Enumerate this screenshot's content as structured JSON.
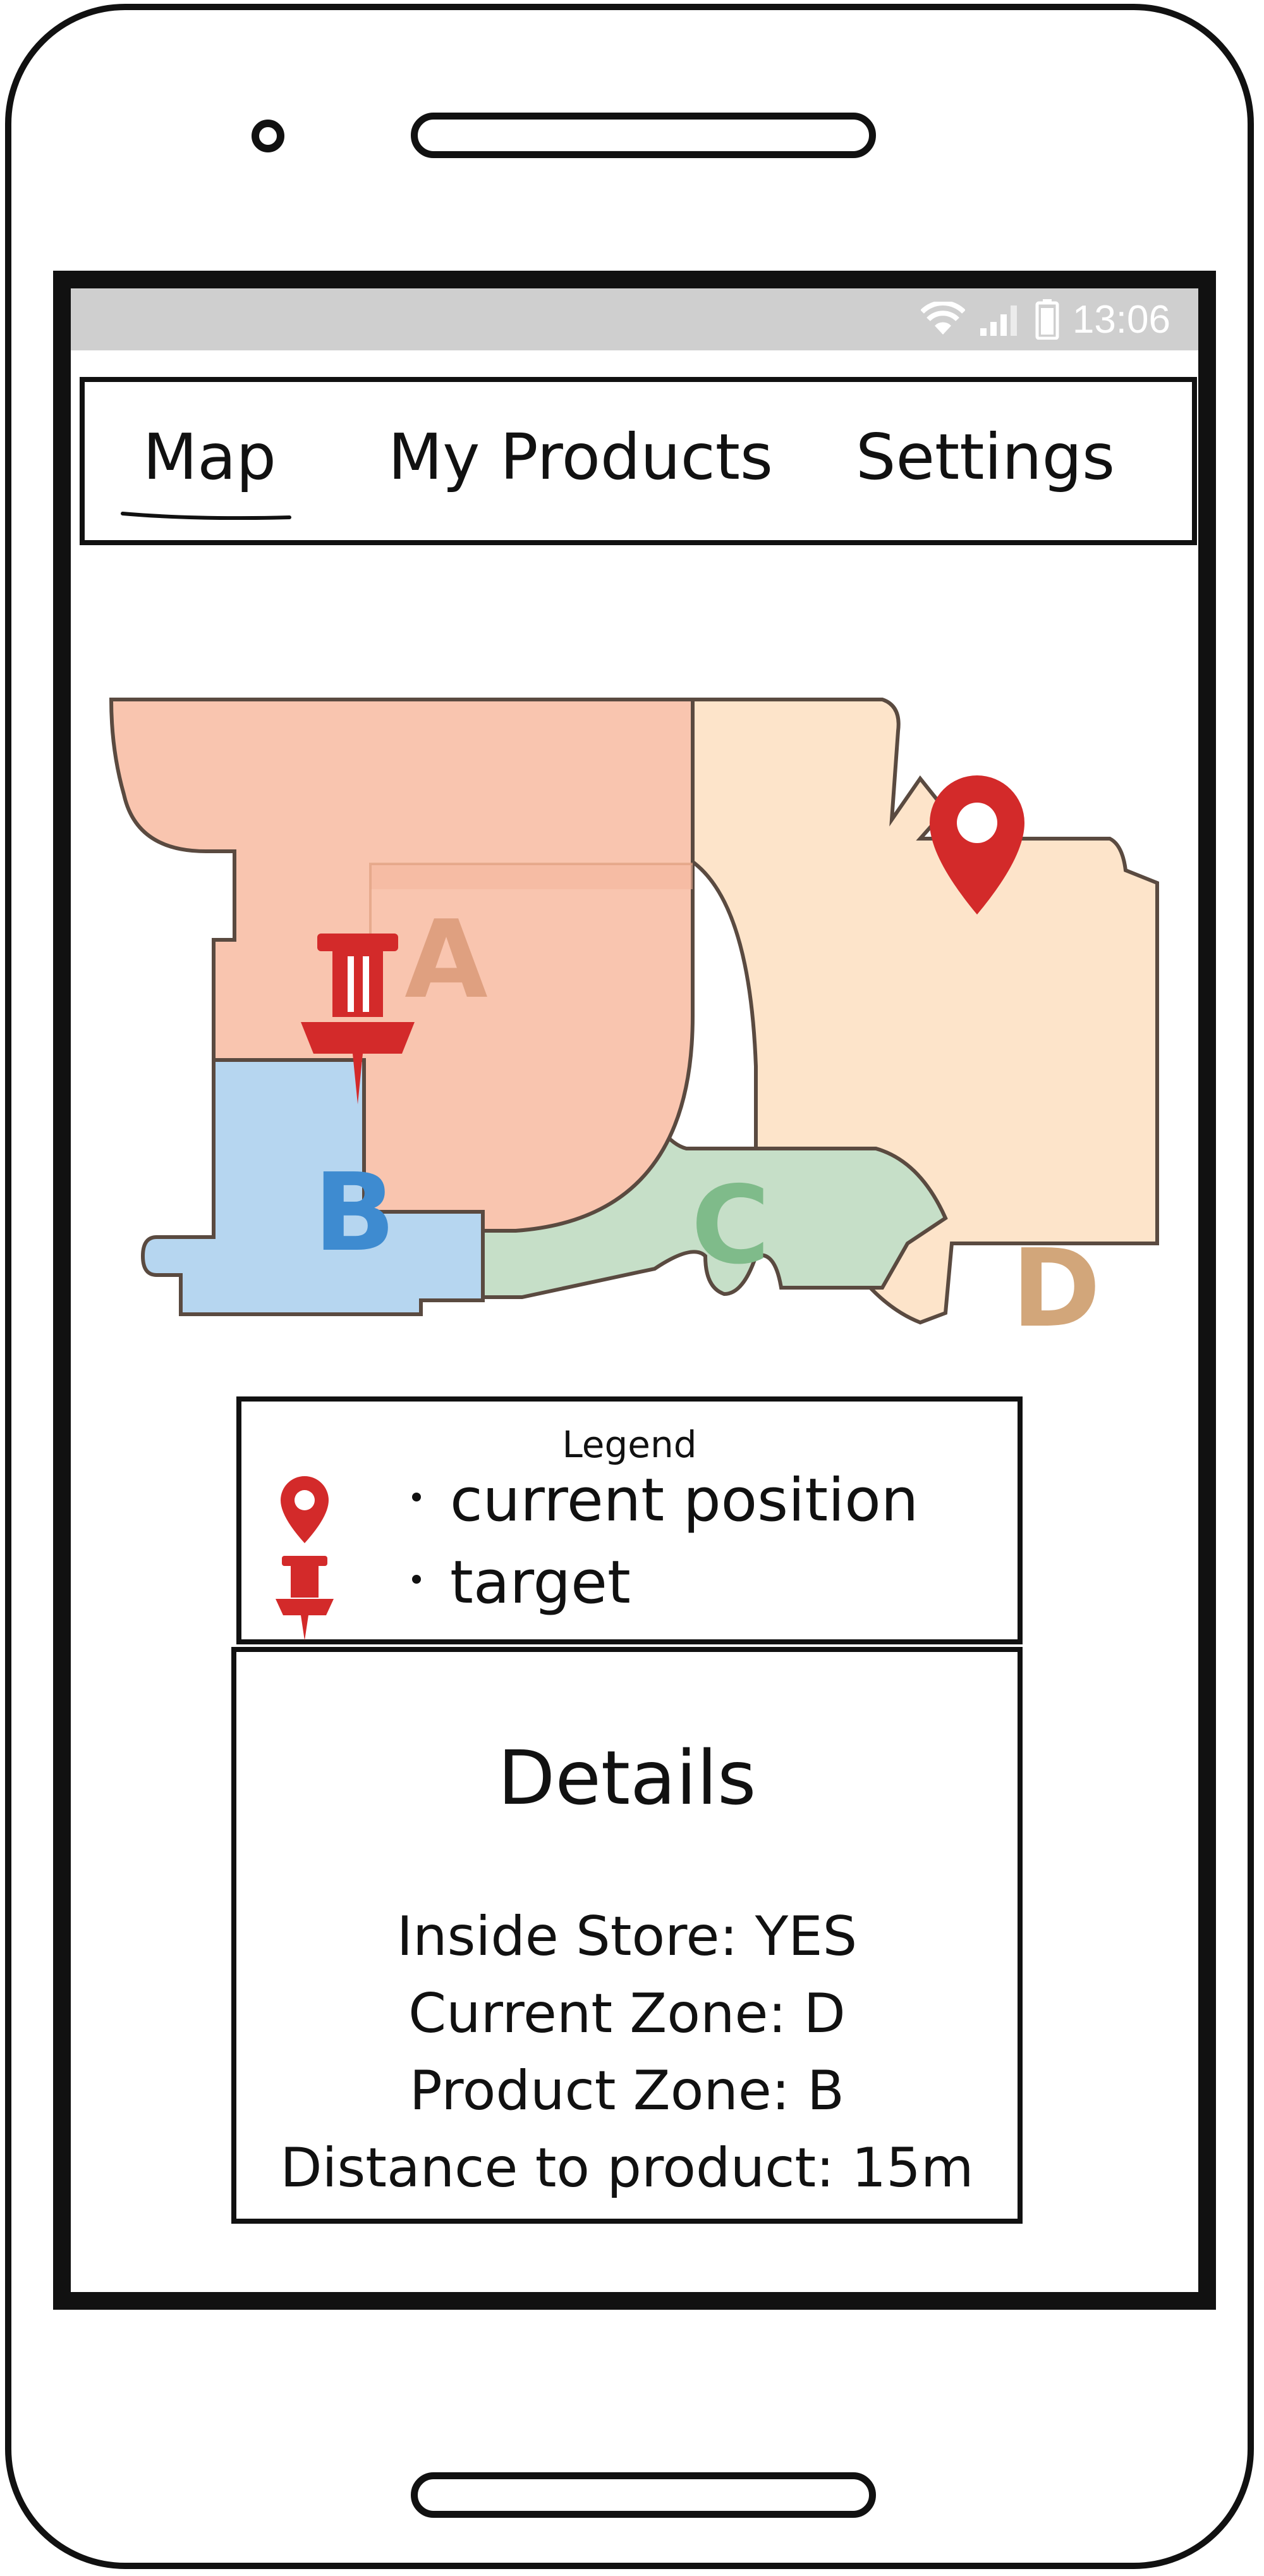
{
  "status_bar": {
    "time": "13:06",
    "icons": [
      "wifi-icon",
      "signal-icon",
      "battery-icon"
    ]
  },
  "tabs": {
    "map": "Map",
    "products": "My Products",
    "settings": "Settings",
    "active": "map"
  },
  "map": {
    "zones": [
      {
        "label": "A",
        "fill": "#f9c5af",
        "label_color": "#dfa080"
      },
      {
        "label": "B",
        "fill": "#b6d6f0",
        "label_color": "#3e8bd0"
      },
      {
        "label": "C",
        "fill": "#c6dfc8",
        "label_color": "#7fbb8a"
      },
      {
        "label": "D",
        "fill": "#fde4ca",
        "label_color": "#d2a67a"
      }
    ],
    "current_position_zone": "D",
    "target_zone": "B",
    "marker_color": "#d32a2a"
  },
  "legend": {
    "title": "Legend",
    "items": [
      {
        "icon": "location-pin-icon",
        "label": "current position"
      },
      {
        "icon": "push-pin-icon",
        "label": "target"
      }
    ]
  },
  "details": {
    "title": "Details",
    "lines": [
      "Inside Store: YES",
      "Current Zone: D",
      "Product Zone: B",
      "Distance to product: 15m"
    ]
  }
}
